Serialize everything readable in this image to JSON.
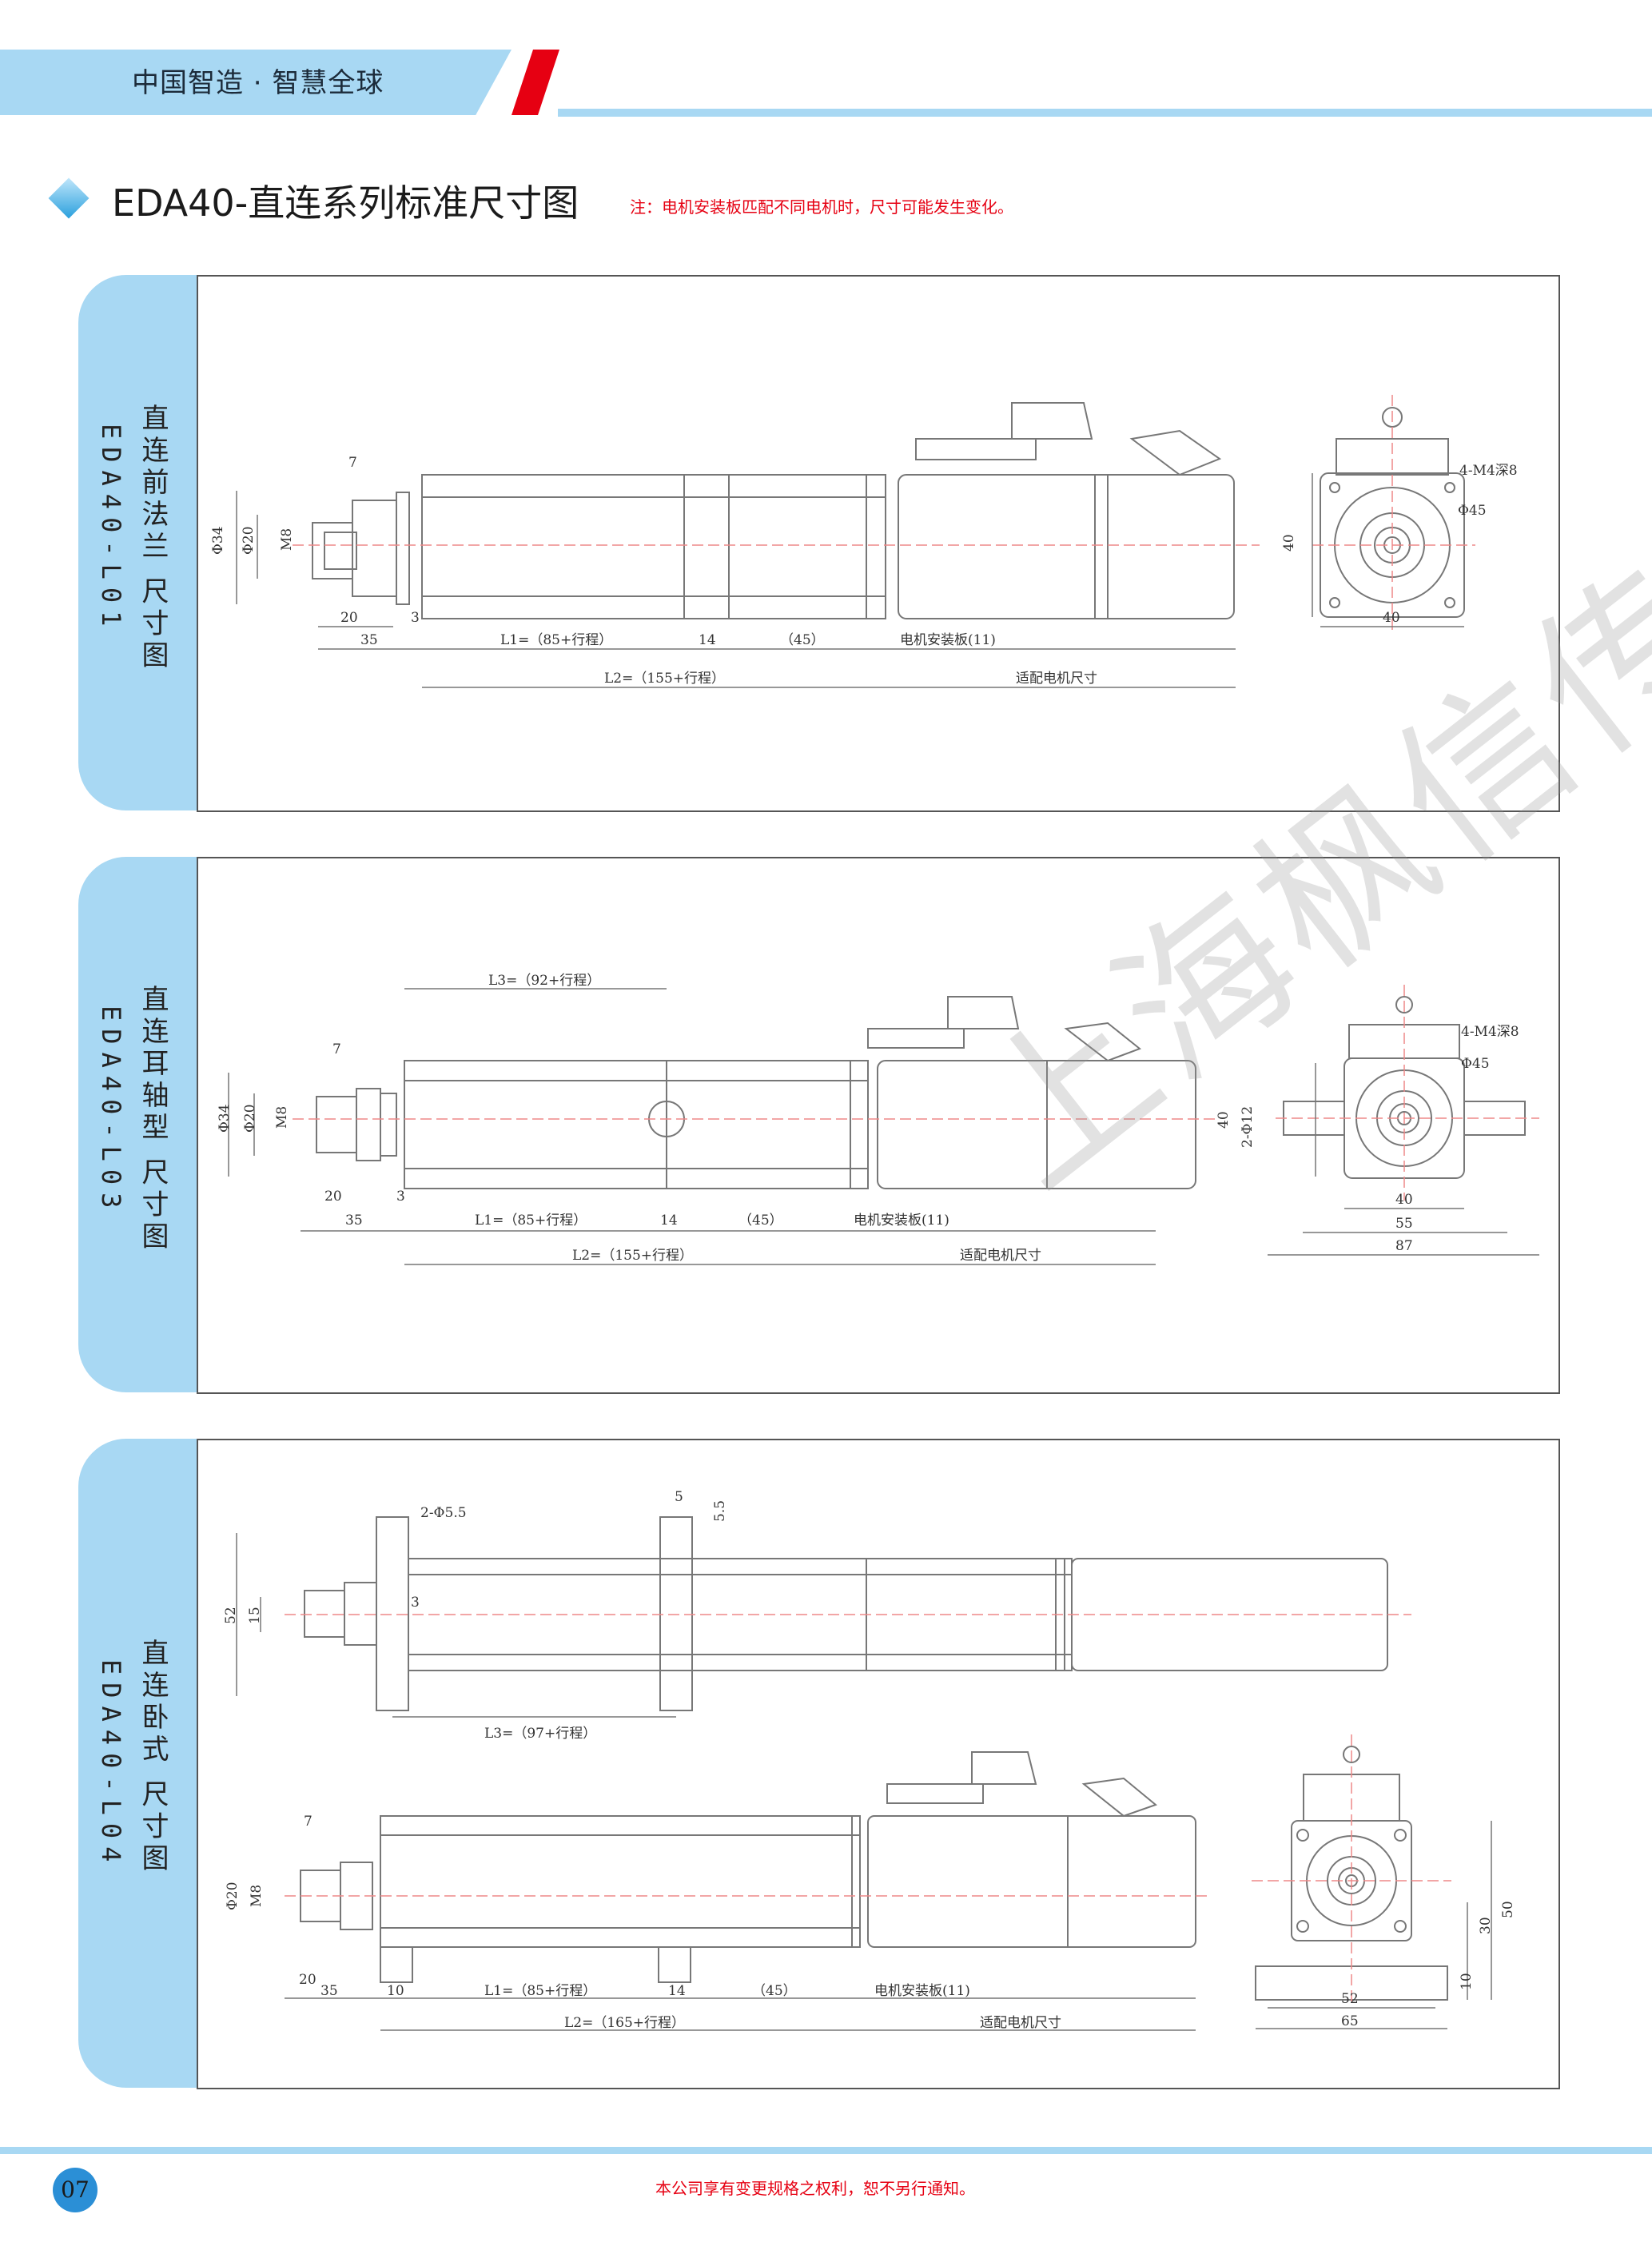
{
  "header": {
    "slogan": "中国智造 · 智慧全球"
  },
  "title": "EDA40-直连系列标准尺寸图",
  "note": "注：电机安装板匹配不同电机时，尺寸可能发生变化。",
  "panels": [
    {
      "tab_title": "直连前法兰 尺寸图",
      "tab_code": "EDA40-L01",
      "labels": {
        "d7": "7",
        "phi34": "Φ34",
        "phi20": "Φ20",
        "m8": "M8",
        "d20": "20",
        "d3": "3",
        "d35": "35",
        "l1": "L1=（85+行程）",
        "d14": "14",
        "d45": "（45）",
        "plate": "电机安装板(11)",
        "l2": "L2=（155+行程）",
        "motor": "适配电机尺寸",
        "holes": "4-M4深8",
        "phi45": "Φ45",
        "v40": "40",
        "h40": "40"
      }
    },
    {
      "tab_title": "直连耳轴型 尺寸图",
      "tab_code": "EDA40-L03",
      "labels": {
        "l3": "L3=（92+行程）",
        "d7": "7",
        "phi34": "Φ34",
        "phi20": "Φ20",
        "m8": "M8",
        "d20": "20",
        "d3": "3",
        "d35": "35",
        "l1": "L1=（85+行程）",
        "d14": "14",
        "d45": "（45）",
        "plate": "电机安装板(11)",
        "l2": "L2=（155+行程）",
        "motor": "适配电机尺寸",
        "holes": "4-M4深8",
        "phi45": "Φ45",
        "v40": "40",
        "trun": "2-Φ12",
        "h40": "40",
        "h55": "55",
        "h87": "87"
      }
    },
    {
      "tab_title": "直连卧式 尺寸图",
      "tab_code": "EDA40-L04",
      "labels": {
        "holes": "2-Φ5.5",
        "d5": "5",
        "d55": "5.5",
        "v52": "52",
        "v15": "15",
        "d3": "3",
        "l3": "L3=（97+行程）",
        "d7": "7",
        "phi20": "Φ20",
        "m8": "M8",
        "d20": "20",
        "d35": "35",
        "d10": "10",
        "l1": "L1=（85+行程）",
        "d14": "14",
        "d45": "（45）",
        "plate": "电机安装板(11)",
        "l2": "L2=（165+行程）",
        "motor": "适配电机尺寸",
        "v50": "50",
        "v30": "30",
        "v10": "10",
        "h52": "52",
        "h65": "65"
      }
    }
  ],
  "watermark": "上海枫信传动",
  "footer": {
    "page": "07",
    "copyright": "本公司享有变更规格之权利，恕不另行通知。"
  },
  "colors": {
    "accent": "#a8d8f3",
    "red": "#e60012",
    "badge": "#2b8fd6"
  }
}
